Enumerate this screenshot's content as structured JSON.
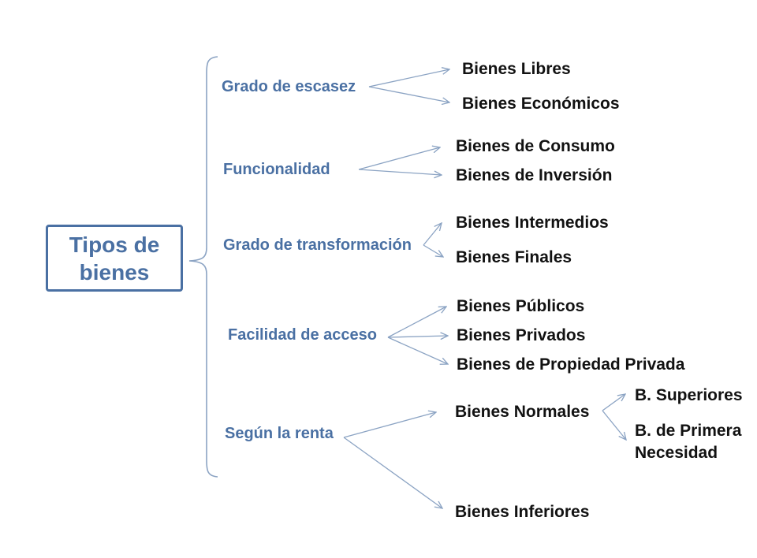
{
  "diagram": {
    "root": {
      "label": "Tipos de bienes"
    },
    "categories": [
      {
        "label": "Grado de escasez",
        "children": [
          {
            "label": "Bienes Libres"
          },
          {
            "label": "Bienes Económicos"
          }
        ]
      },
      {
        "label": "Funcionalidad",
        "children": [
          {
            "label": "Bienes de Consumo"
          },
          {
            "label": "Bienes de Inversión"
          }
        ]
      },
      {
        "label": "Grado de transformación",
        "children": [
          {
            "label": "Bienes Intermedios"
          },
          {
            "label": "Bienes Finales"
          }
        ]
      },
      {
        "label": "Facilidad de acceso",
        "children": [
          {
            "label": "Bienes Públicos"
          },
          {
            "label": "Bienes Privados"
          },
          {
            "label": "Bienes de Propiedad Privada"
          }
        ]
      },
      {
        "label": "Según la renta",
        "children": [
          {
            "label": "Bienes Normales",
            "children": [
              {
                "label": "B. Superiores"
              },
              {
                "label": "B. de Primera Necesidad"
              }
            ]
          },
          {
            "label": "Bienes Inferiores"
          }
        ]
      }
    ],
    "colors": {
      "accent_blue": "#4a70a3",
      "connector": "#8ba3c3",
      "leaf_text": "#121212",
      "background": "#ffffff"
    }
  }
}
